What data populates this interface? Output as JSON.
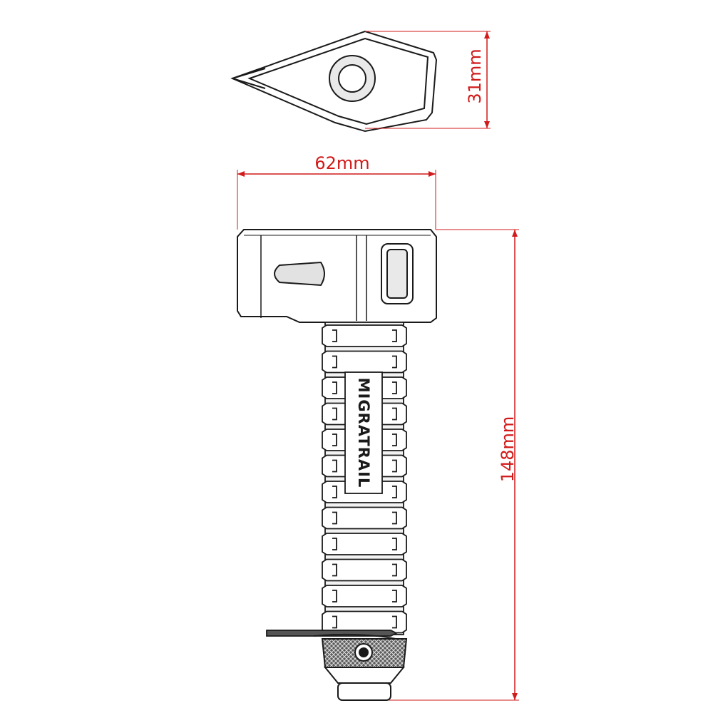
{
  "brand": "MIGRATRAIL",
  "dimensions": {
    "height_top": "31mm",
    "width": "62mm",
    "length": "148mm"
  },
  "colors": {
    "dimension": "#d11a1a",
    "outline": "#1a1a1a",
    "shade": "#d8d8d8",
    "background": "#ffffff"
  }
}
